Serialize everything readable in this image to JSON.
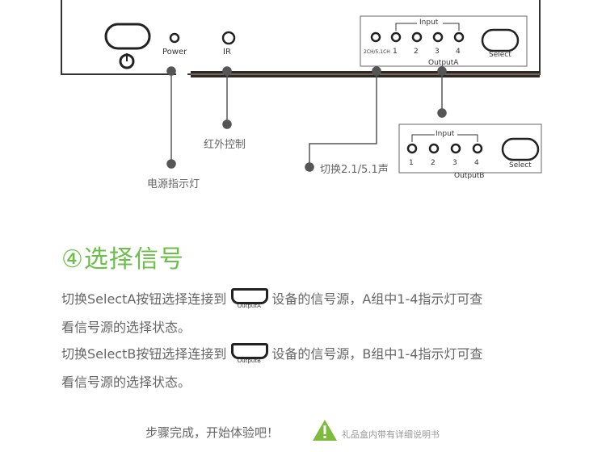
{
  "device": {
    "power_label": "Power",
    "ir_label": "IR",
    "mode_label": "2CH/5.1CH",
    "input_label": "Input",
    "input_numbers": [
      "1",
      "2",
      "3",
      "4"
    ],
    "select_label": "Select",
    "output_a_label": "OutputA"
  },
  "panel_b": {
    "input_label": "Input",
    "input_numbers": [
      "1",
      "2",
      "3",
      "4"
    ],
    "select_label": "Select",
    "output_b_label": "OutputB"
  },
  "callouts": {
    "ir": "红外控制",
    "switch_audio": "切换2.1/5.1声",
    "power": "电源指示灯"
  },
  "section": {
    "title": "④选择信号",
    "para_a_1": "切换SelectA按钮选择连接到",
    "para_a_2": "设备的信号源，A组中1-4指示灯可查",
    "para_a_3": "看信号源的选择状态。",
    "hdmi_a_label": "OutputA",
    "para_b_1": "切换SelectB按钮选择连接到",
    "para_b_2": "设备的信号源，B组中1-4指示灯可查",
    "para_b_3": "看信号源的选择状态。",
    "hdmi_b_label": "OutputB"
  },
  "footer": {
    "done": "步骤完成，开始体验吧！",
    "note": "礼品盒内带有详细说明书",
    "warning_icon": "warning-icon"
  }
}
